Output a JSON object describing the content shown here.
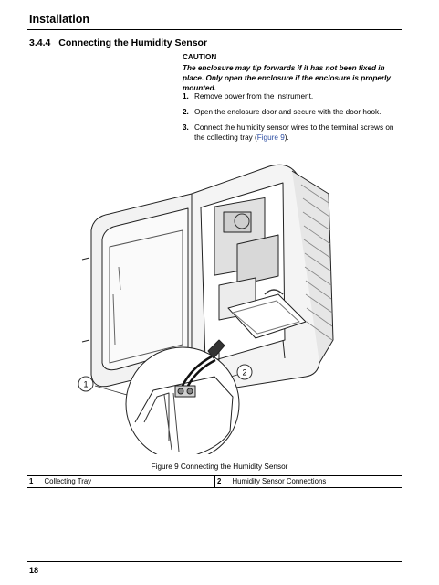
{
  "header": {
    "title": "Installation"
  },
  "section": {
    "number": "3.4.4",
    "title": "Connecting the Humidity Sensor"
  },
  "caution": {
    "title": "CAUTION",
    "body": "The enclosure may tip forwards if it has not been fixed in place. Only open the enclosure if the enclosure is properly mounted."
  },
  "steps": [
    {
      "num": "1.",
      "text": "Remove power from the instrument."
    },
    {
      "num": "2.",
      "text": "Open the enclosure door and secure with the door hook."
    },
    {
      "num": "3.",
      "text": "Connect the humidity sensor wires to the terminal screws on the collecting tray (",
      "link": "Figure 9",
      "after": ")."
    }
  ],
  "figure": {
    "callouts": [
      "1",
      "2"
    ],
    "caption": "Figure 9 Connecting the Humidity Sensor"
  },
  "legend": [
    {
      "num": "1",
      "label": "Collecting Tray"
    },
    {
      "num": "2",
      "label": "Humidity Sensor Connections"
    }
  ],
  "footer": {
    "page": "18"
  }
}
